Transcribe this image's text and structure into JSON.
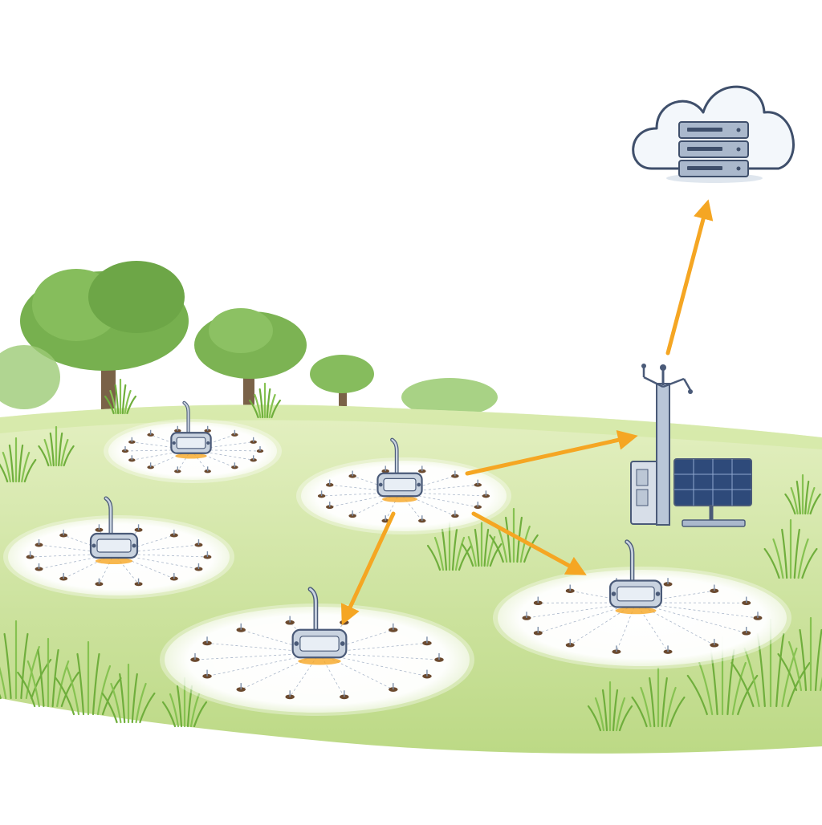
{
  "colors": {
    "background": "#ffffff",
    "meadow_light": "#dfeeb8",
    "meadow": "#c6df8e",
    "grass_dark": "#6fae3c",
    "tree_canopy": "#77b04f",
    "tree_trunk": "#7a6248",
    "zone_fill": "#ffffff",
    "device_body": "#c9d3e0",
    "device_outline": "#4a5a78",
    "indicator": "#f6a623",
    "arrow": "#f5a623",
    "cloud_fill": "#f3f7fb",
    "cloud_outline": "#3f4f6b",
    "server": "#aab8cc",
    "solar_panel": "#2e4a7a"
  },
  "icons": {
    "cloud": "cloud-icon",
    "server": "server-rack-icon",
    "gateway": "gateway-tower-icon",
    "solar": "solar-panel-icon",
    "node": "sensor-node-icon",
    "probe": "soil-probe-icon",
    "tree": "tree-icon"
  },
  "diagram": {
    "sensor_zones": [
      {
        "id": "zone-northwest"
      },
      {
        "id": "zone-center"
      },
      {
        "id": "zone-west"
      },
      {
        "id": "zone-south"
      },
      {
        "id": "zone-east"
      }
    ],
    "links": [
      {
        "from": "zone-center",
        "to": "zone-south"
      },
      {
        "from": "zone-center",
        "to": "zone-east"
      },
      {
        "from": "zone-center",
        "to": "gateway"
      },
      {
        "from": "gateway",
        "to": "cloud"
      }
    ]
  }
}
